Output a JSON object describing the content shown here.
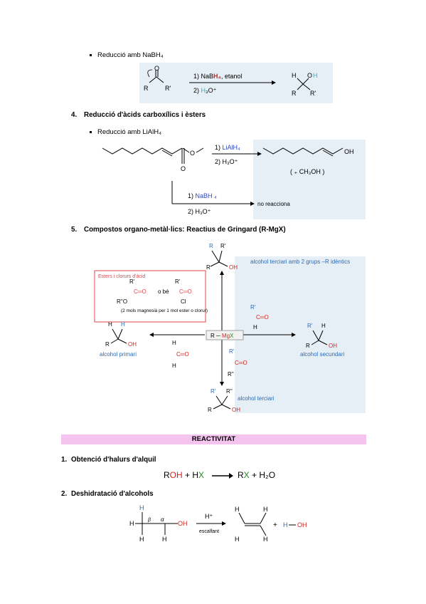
{
  "section_nabh4": {
    "bullet": "Reducció amb NaBH₄",
    "step1_prefix": "1) NaB",
    "step1_H4": "H₄",
    "step1_suffix": ", etanol",
    "step2_prefix": "2) ",
    "step2_H": "H",
    "step2_suffix": "₃O⁺",
    "reactant_R": "R",
    "reactant_Rp": "R'",
    "reactant_O": "O",
    "product_H": "H",
    "product_O": "O",
    "product_Hcyan": "H",
    "product_R": "R",
    "product_Rp": "R'"
  },
  "section4": {
    "number": "4.",
    "title": "Reducció d'àcids carboxílics i èsters",
    "bullet": "Reducció amb LiAlH₄",
    "step1_prefix": "1) ",
    "step1_reagent": "LiAlH₄",
    "step2": "2) H₃O⁺",
    "ester_O": "O",
    "ester_Od": "O",
    "product_OH": "OH",
    "byproduct": "( ₊ CH₃OH )",
    "alt_step1_prefix": "1) ",
    "alt_step1_reagent": "NaBH ₄",
    "alt_step2": "2) H₃O⁺",
    "no_reaction": "no reacciona"
  },
  "section5": {
    "number": "5.",
    "title": "Compostos organo-metàl·lics: Reactius de Gringard (R-MgX)",
    "top_R": "R",
    "top_Rp": "R'",
    "top_R2": "R",
    "top_OH": "OH",
    "top_label": "alcohol terciari amb 2 grups –R idèntics",
    "box_title": "Esters\ni clorurs d'àcid",
    "box_Rp1": "R'",
    "box_CO1": "C═O",
    "box_RO": "R''O",
    "box_obe": "o bé",
    "box_Rp2": "R'",
    "box_CO2": "C═O",
    "box_Cl": "Cl",
    "box_note": "(2 mols magnesià per 1 mol ester o clorur)",
    "center_R": "R",
    "center_Mg": "Mg",
    "center_X": "X",
    "left_H1": "H",
    "left_H2": "H",
    "left_R": "R",
    "left_OH": "OH",
    "left_label": "alcohol primari",
    "formal_H1": "H",
    "formal_CO": "C═O",
    "formal_H2": "H",
    "right_reag_Rp": "R'",
    "right_reag_CO": "C═O",
    "right_reag_H": "H",
    "right_Rp": "R'",
    "right_H": "H",
    "right_R": "R",
    "right_OH": "OH",
    "right_label": "alcohol secundari",
    "bottom_reag_Rp": "R'",
    "bottom_reag_CO": "C═O",
    "bottom_reag_Rpp": "R''",
    "bottom_Rp": "R'",
    "bottom_Rpp": "R''",
    "bottom_R": "R",
    "bottom_OH": "OH",
    "bottom_label": "alcohol terciari"
  },
  "reactivitat": {
    "banner": "REACTIVITAT",
    "item1_number": "1.",
    "item1_title": "Obtenció d'halurs d'alquil",
    "eq_R": "R",
    "eq_OH": "OH",
    "eq_plus": " + H",
    "eq_X": "X",
    "eq_R2": "R",
    "eq_X2": "X",
    "eq_tail": " + H₂O",
    "item2_number": "2.",
    "item2_title": "Deshidratació d'alcohols",
    "dehyd_Hblue": "H",
    "dehyd_H_left": "H",
    "dehyd_H_b1": "H",
    "dehyd_H_b2": "H",
    "dehyd_beta": "β",
    "dehyd_alpha": "α",
    "dehyd_OH": "OH",
    "dehyd_catalyst": "H⁺",
    "dehyd_condition": "escalfant",
    "alkene_H1": "H",
    "alkene_H2": "H",
    "alkene_H3": "H",
    "alkene_H4": "H",
    "plus": "+",
    "water_H": "H",
    "water_OH": "OH"
  }
}
